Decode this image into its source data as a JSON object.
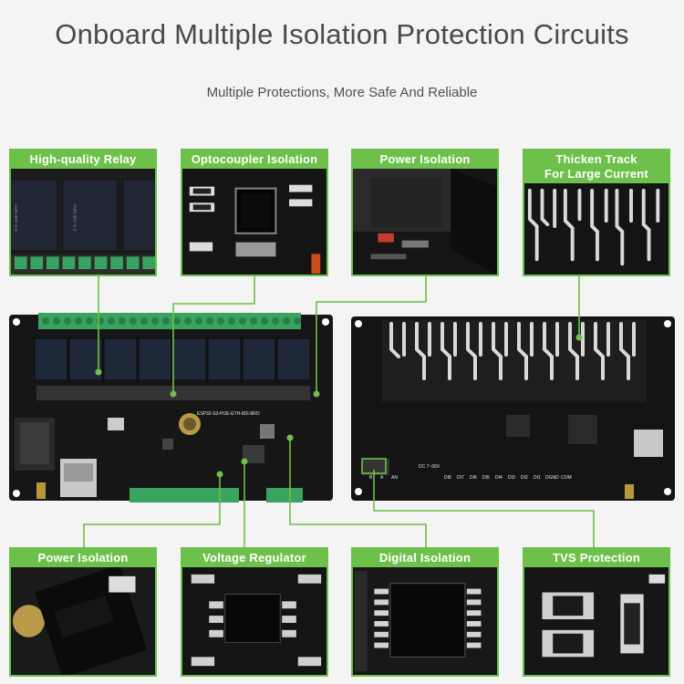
{
  "header": {
    "title": "Onboard Multiple Isolation Protection Circuits",
    "subtitle": "Multiple Protections, More Safe And Reliable"
  },
  "top_features": [
    {
      "label": "High-quality Relay"
    },
    {
      "label": "Optocoupler Isolation"
    },
    {
      "label": "Power Isolation"
    },
    {
      "label_line1": "Thicken Track",
      "label_line2": "For Large Current"
    }
  ],
  "bottom_features": [
    {
      "label": "Power Isolation"
    },
    {
      "label": "Voltage Regulator"
    },
    {
      "label": "Digital Isolation"
    },
    {
      "label": "TVS Protection"
    }
  ],
  "board_markings": {
    "model": "ESP32-S3-POE-ETH-8DI-8RO",
    "power_range": "DC 7~36V",
    "terminal_labels": [
      "B",
      "A",
      "AN",
      "DI8",
      "DI7",
      "DI6",
      "DI5",
      "DI4",
      "DI3",
      "DI2",
      "DI1",
      "DGND",
      "COM"
    ]
  },
  "colors": {
    "accent_green": "#6dc04a",
    "pcb": "#161616",
    "terminal_green": "#3aa35f",
    "title_text": "#4a4a4a"
  }
}
